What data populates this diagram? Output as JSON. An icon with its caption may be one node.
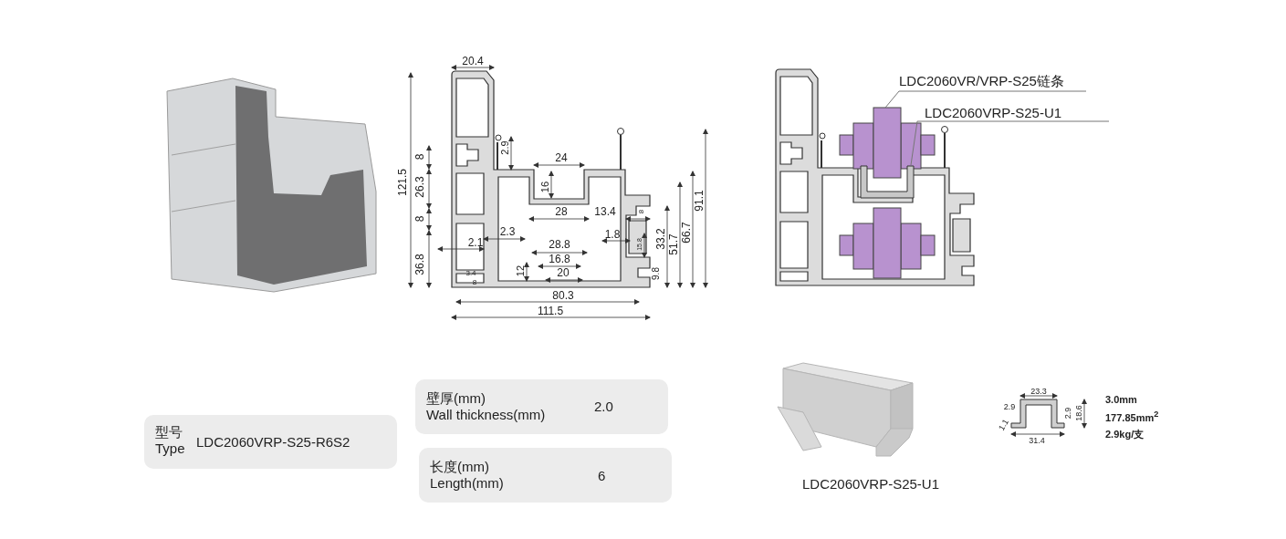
{
  "diagram": {
    "nodes": [
      {
        "text": [
          "LDC2060VR/VRP-S25链条"
        ]
      },
      {
        "text": [],
        "shape": "picture"
      },
      {
        "text": [
          "LDC2060VRP-S25-U1"
        ]
      },
      {
        "text": [],
        "shape": "picture"
      },
      {
        "text": [
          "型号 Type",
          "LDC2060VRP-S25-R6S2"
        ]
      },
      {
        "text": [
          "壁厚(mm) Wall thickness(mm)",
          "2.0"
        ]
      },
      {
        "text": [
          "长度(mm) Length(mm)",
          "6"
        ]
      }
    ],
    "edges": [
      {
        "from": 0,
        "to": 1,
        "arrow": "none"
      },
      {
        "from": 2,
        "to": 3,
        "arrow": "none"
      }
    ],
    "labels": [
      "20.4",
      "121.5",
      "8",
      "26.3",
      "8",
      "36.8",
      "2.9",
      "24",
      "16",
      "28",
      "13.4",
      "8",
      "2.3",
      "2.1",
      "1.8",
      "15.8",
      "33.2",
      "51.7",
      "66.7",
      "91.1",
      "28.8",
      "16.8",
      "12",
      "20",
      "9.8",
      "3.4",
      "8",
      "80.3",
      "111.5",
      "LDC2060VRP-S25-U1",
      "23.3",
      "2.9",
      "2.9",
      "18.6",
      "1.1",
      "31.4",
      "3.0mm",
      "177.85mm$^{2}$",
      "2.9kg/支"
    ]
  }
}
